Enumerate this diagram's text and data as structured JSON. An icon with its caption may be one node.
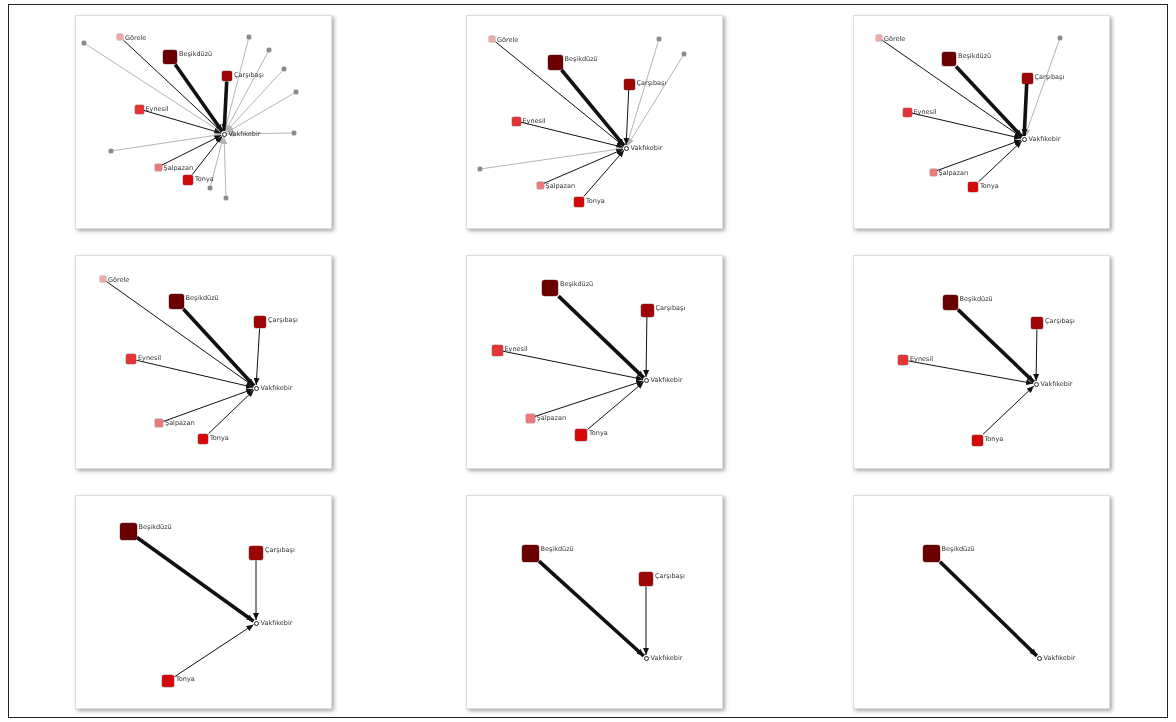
{
  "diagram": {
    "nodes": [
      {
        "text": [],
        "shape": "box"
      },
      {
        "text": [
          "Görele"
        ],
        "in": 0
      },
      {
        "text": [],
        "shape": "box",
        "in": 0
      },
      {
        "text": [
          "Beşikdüzü"
        ],
        "in": 0
      },
      {
        "text": [],
        "shape": "box",
        "in": 0
      },
      {
        "text": [
          "Çarşıbaşı"
        ],
        "in": 0
      },
      {
        "text": [],
        "shape": "box",
        "in": 0
      },
      {
        "text": [],
        "shape": "box",
        "in": 0
      },
      {
        "text": [],
        "shape": "box",
        "in": 0
      },
      {
        "text": [
          "Eynesil"
        ],
        "in": 0
      },
      {
        "text": [
          "Vakfıkebir"
        ],
        "in": 0
      },
      {
        "text": [],
        "shape": "box",
        "in": 0
      },
      {
        "text": [],
        "shape": "box",
        "in": 0
      },
      {
        "text": [
          "Şalpazarı"
        ],
        "in": 0
      },
      {
        "text": [
          "Tonya"
        ],
        "in": 0
      },
      {
        "text": [],
        "shape": "box",
        "in": 0
      },
      {
        "text": [],
        "shape": "box",
        "in": 0
      },
      {
        "text": [],
        "shape": "box"
      },
      {
        "text": [
          "Görele"
        ],
        "in": 17
      },
      {
        "text": [],
        "shape": "box",
        "in": 17
      },
      {
        "text": [],
        "shape": "box",
        "in": 17
      },
      {
        "text": [
          "Beşikdüzü"
        ],
        "in": 17
      },
      {
        "text": [
          "Çarşıbaşı"
        ],
        "in": 17
      },
      {
        "text": [
          "Eynesil"
        ],
        "in": 17
      },
      {
        "text": [
          "Vakfıkebir"
        ],
        "in": 17
      },
      {
        "text": [],
        "shape": "box",
        "in": 17
      },
      {
        "text": [
          "Şalpazarı"
        ],
        "in": 17
      },
      {
        "text": [
          "Tonya"
        ],
        "in": 17
      },
      {
        "text": [],
        "shape": "box"
      },
      {
        "text": [
          "Görele"
        ],
        "in": 28
      },
      {
        "text": [],
        "shape": "box",
        "in": 28
      },
      {
        "text": [
          "Beşikdüzü"
        ],
        "in": 28
      },
      {
        "text": [
          "Çarşıbaşı"
        ],
        "in": 28
      },
      {
        "text": [
          "Eynesil"
        ],
        "in": 28
      },
      {
        "text": [
          "Vakfıkebir"
        ],
        "in": 28
      },
      {
        "text": [
          "Şalpazarı"
        ],
        "in": 28
      },
      {
        "text": [
          "Tonya"
        ],
        "in": 28
      },
      {
        "text": [],
        "shape": "box"
      },
      {
        "text": [
          "Görele"
        ],
        "in": 37
      },
      {
        "text": [
          "Beşikdüzü"
        ],
        "in": 37
      },
      {
        "text": [
          "Çarşıbaşı"
        ],
        "in": 37
      },
      {
        "text": [
          "Eynesil"
        ],
        "in": 37
      },
      {
        "text": [
          "Vakfıkebir"
        ],
        "in": 37
      },
      {
        "text": [
          "Şalpazarı"
        ],
        "in": 37
      },
      {
        "text": [
          "Tonya"
        ],
        "in": 37
      },
      {
        "text": [],
        "shape": "box"
      },
      {
        "text": [
          "Beşikdüzü"
        ],
        "in": 45
      },
      {
        "text": [
          "Çarşıbaşı"
        ],
        "in": 45
      },
      {
        "text": [
          "Eynesil"
        ],
        "in": 45
      },
      {
        "text": [
          "Vakfıkebir"
        ],
        "in": 45
      },
      {
        "text": [
          "Şalpazarı"
        ],
        "in": 45
      },
      {
        "text": [
          "Tonya"
        ],
        "in": 45
      },
      {
        "text": [],
        "shape": "box"
      },
      {
        "text": [
          "Beşikdüzü"
        ],
        "in": 52
      },
      {
        "text": [
          "Çarşıbaşı"
        ],
        "in": 52
      },
      {
        "text": [
          "Eynesil"
        ],
        "in": 52
      },
      {
        "text": [
          "Vakfıkebir"
        ],
        "in": 52
      },
      {
        "text": [
          "Tonya"
        ],
        "in": 52
      },
      {
        "text": [],
        "shape": "box"
      },
      {
        "text": [
          "Beşikdüzü"
        ],
        "in": 58
      },
      {
        "text": [
          "Çarşıbaşı"
        ],
        "in": 58
      },
      {
        "text": [
          "Vakfıkebir"
        ],
        "in": 58
      },
      {
        "text": [
          "Tonya"
        ],
        "in": 58
      },
      {
        "text": [],
        "shape": "box"
      },
      {
        "text": [
          "Beşikdüzü"
        ],
        "in": 63
      },
      {
        "text": [
          "Çarşıbaşı"
        ],
        "in": 63
      },
      {
        "text": [
          "Vakfıkebir"
        ],
        "in": 63
      },
      {
        "text": [],
        "shape": "box"
      },
      {
        "text": [
          "Beşikdüzü"
        ],
        "in": 67
      },
      {
        "text": [
          "Vakfıkebir"
        ],
        "in": 67
      }
    ],
    "edges": [
      {
        "from": 1,
        "to": 10,
        "arrow": "to"
      },
      {
        "from": 2,
        "to": 10,
        "arrow": "to",
        "color": "#b5b5b5"
      },
      {
        "from": 3,
        "to": 10,
        "arrow": "to",
        "style": "thick"
      },
      {
        "from": 4,
        "to": 10,
        "arrow": "to",
        "color": "#b5b5b5"
      },
      {
        "from": 5,
        "to": 10,
        "arrow": "to",
        "style": "thick"
      },
      {
        "from": 6,
        "to": 10,
        "arrow": "to",
        "color": "#b5b5b5"
      },
      {
        "from": 7,
        "to": 10,
        "arrow": "to",
        "color": "#b5b5b5"
      },
      {
        "from": 8,
        "to": 10,
        "arrow": "to",
        "color": "#b5b5b5"
      },
      {
        "from": 9,
        "to": 10,
        "arrow": "to"
      },
      {
        "from": 11,
        "to": 10,
        "arrow": "to",
        "color": "#b5b5b5"
      },
      {
        "from": 12,
        "to": 10,
        "arrow": "to",
        "color": "#b5b5b5"
      },
      {
        "from": 13,
        "to": 10,
        "arrow": "to"
      },
      {
        "from": 14,
        "to": 10,
        "arrow": "to"
      },
      {
        "from": 15,
        "to": 10,
        "arrow": "to",
        "color": "#b5b5b5"
      },
      {
        "from": 16,
        "to": 10,
        "arrow": "to",
        "color": "#b5b5b5"
      },
      {
        "from": 18,
        "to": 24,
        "arrow": "to"
      },
      {
        "from": 19,
        "to": 24,
        "arrow": "to",
        "color": "#b5b5b5"
      },
      {
        "from": 20,
        "to": 24,
        "arrow": "to",
        "color": "#b5b5b5"
      },
      {
        "from": 21,
        "to": 24,
        "arrow": "to",
        "style": "thick"
      },
      {
        "from": 22,
        "to": 24,
        "arrow": "to"
      },
      {
        "from": 23,
        "to": 24,
        "arrow": "to"
      },
      {
        "from": 25,
        "to": 24,
        "arrow": "to",
        "color": "#b5b5b5"
      },
      {
        "from": 26,
        "to": 24,
        "arrow": "to"
      },
      {
        "from": 27,
        "to": 24,
        "arrow": "to"
      },
      {
        "from": 29,
        "to": 34,
        "arrow": "to"
      },
      {
        "from": 30,
        "to": 34,
        "arrow": "to",
        "color": "#b5b5b5"
      },
      {
        "from": 31,
        "to": 34,
        "arrow": "to",
        "style": "thick"
      },
      {
        "from": 32,
        "to": 34,
        "arrow": "to",
        "style": "thick"
      },
      {
        "from": 33,
        "to": 34,
        "arrow": "to"
      },
      {
        "from": 35,
        "to": 34,
        "arrow": "to"
      },
      {
        "from": 36,
        "to": 34,
        "arrow": "to"
      },
      {
        "from": 38,
        "to": 42,
        "arrow": "to"
      },
      {
        "from": 39,
        "to": 42,
        "arrow": "to",
        "style": "thick"
      },
      {
        "from": 40,
        "to": 42,
        "arrow": "to"
      },
      {
        "from": 41,
        "to": 42,
        "arrow": "to"
      },
      {
        "from": 43,
        "to": 42,
        "arrow": "to"
      },
      {
        "from": 44,
        "to": 42,
        "arrow": "to"
      },
      {
        "from": 46,
        "to": 49,
        "arrow": "to",
        "style": "thick"
      },
      {
        "from": 47,
        "to": 49,
        "arrow": "to"
      },
      {
        "from": 48,
        "to": 49,
        "arrow": "to"
      },
      {
        "from": 50,
        "to": 49,
        "arrow": "to"
      },
      {
        "from": 51,
        "to": 49,
        "arrow": "to"
      },
      {
        "from": 53,
        "to": 56,
        "arrow": "to",
        "style": "thick"
      },
      {
        "from": 54,
        "to": 56,
        "arrow": "to"
      },
      {
        "from": 55,
        "to": 56,
        "arrow": "to"
      },
      {
        "from": 57,
        "to": 56,
        "arrow": "to"
      },
      {
        "from": 59,
        "to": 61,
        "arrow": "to",
        "style": "thick"
      },
      {
        "from": 60,
        "to": 61,
        "arrow": "to"
      },
      {
        "from": 62,
        "to": 61,
        "arrow": "to"
      },
      {
        "from": 64,
        "to": 66,
        "arrow": "to",
        "style": "thick"
      },
      {
        "from": 65,
        "to": 66,
        "arrow": "to"
      },
      {
        "from": 68,
        "to": 69,
        "arrow": "to",
        "style": "thick"
      }
    ]
  }
}
